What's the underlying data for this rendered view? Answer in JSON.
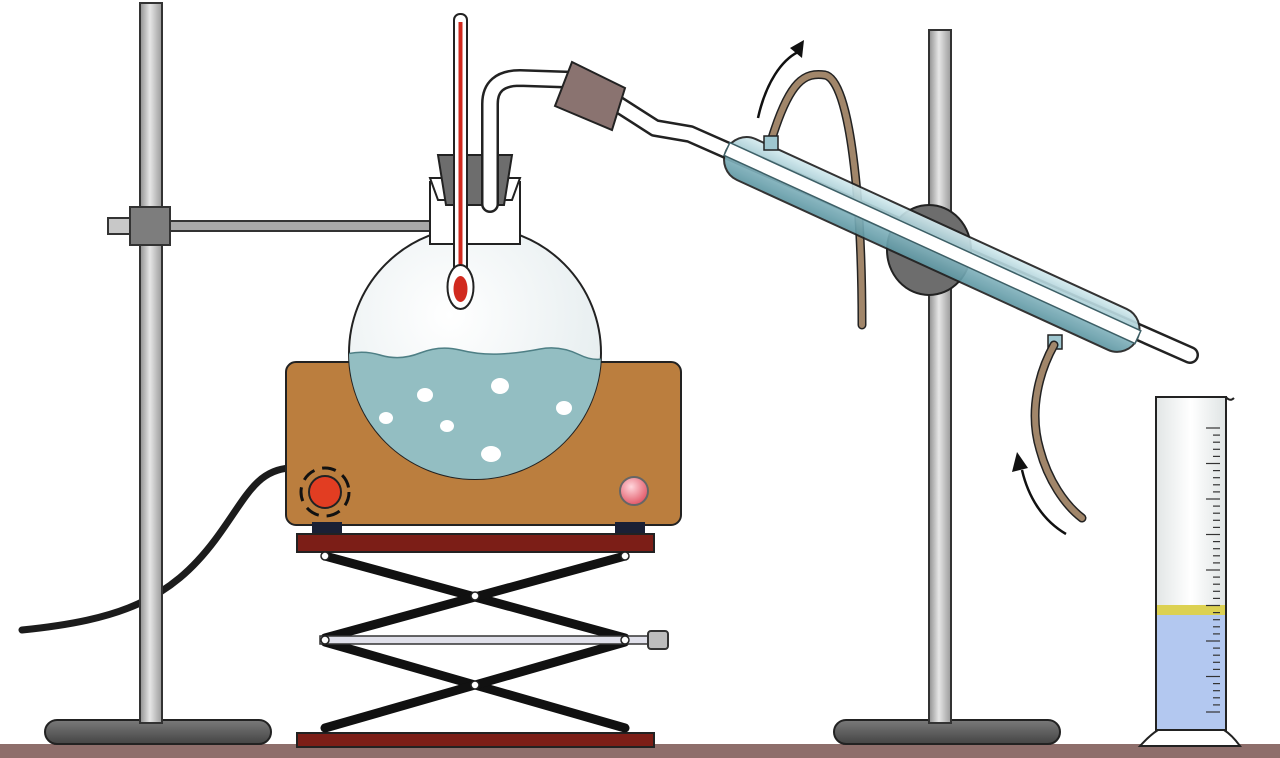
{
  "diagram": {
    "kind": "distillation-apparatus",
    "components": [
      "bench",
      "left-retort-stand",
      "right-retort-stand",
      "flask-clamp",
      "round-bottom-flask",
      "thermometer",
      "stopper",
      "heating-mantle",
      "power-cord",
      "scissor-lab-jack",
      "still-head-tube",
      "liebig-condenser",
      "condenser-clamp",
      "water-inlet-hose",
      "water-outlet-hose",
      "graduated-cylinder"
    ],
    "colors": {
      "bench": "#8e6e6b",
      "stand_rod": "#b9b9b9",
      "stand_base": "#5a5a5a",
      "mantle": "#bb7e3e",
      "liquid": "#93bec2",
      "condenser_glass": "#9ec6cf",
      "hose": "#a1866a",
      "mercury": "#d12a1f",
      "distillate": "#b3c8f0",
      "meniscus": "#dcd152",
      "jack_plate": "#7c1e17",
      "knob": "#e23d22"
    },
    "icons": {
      "flow_arrow_top": "arrow-curved-up-right-icon",
      "flow_arrow_bottom": "arrow-curved-up-left-icon",
      "power_knob": "power-knob-icon",
      "indicator_light": "indicator-light-icon"
    },
    "flow": {
      "water_in": "bottom-hose",
      "water_out": "top-hose"
    },
    "flask_fill_fraction": 0.53,
    "cylinder_fill_fraction": 0.38
  }
}
